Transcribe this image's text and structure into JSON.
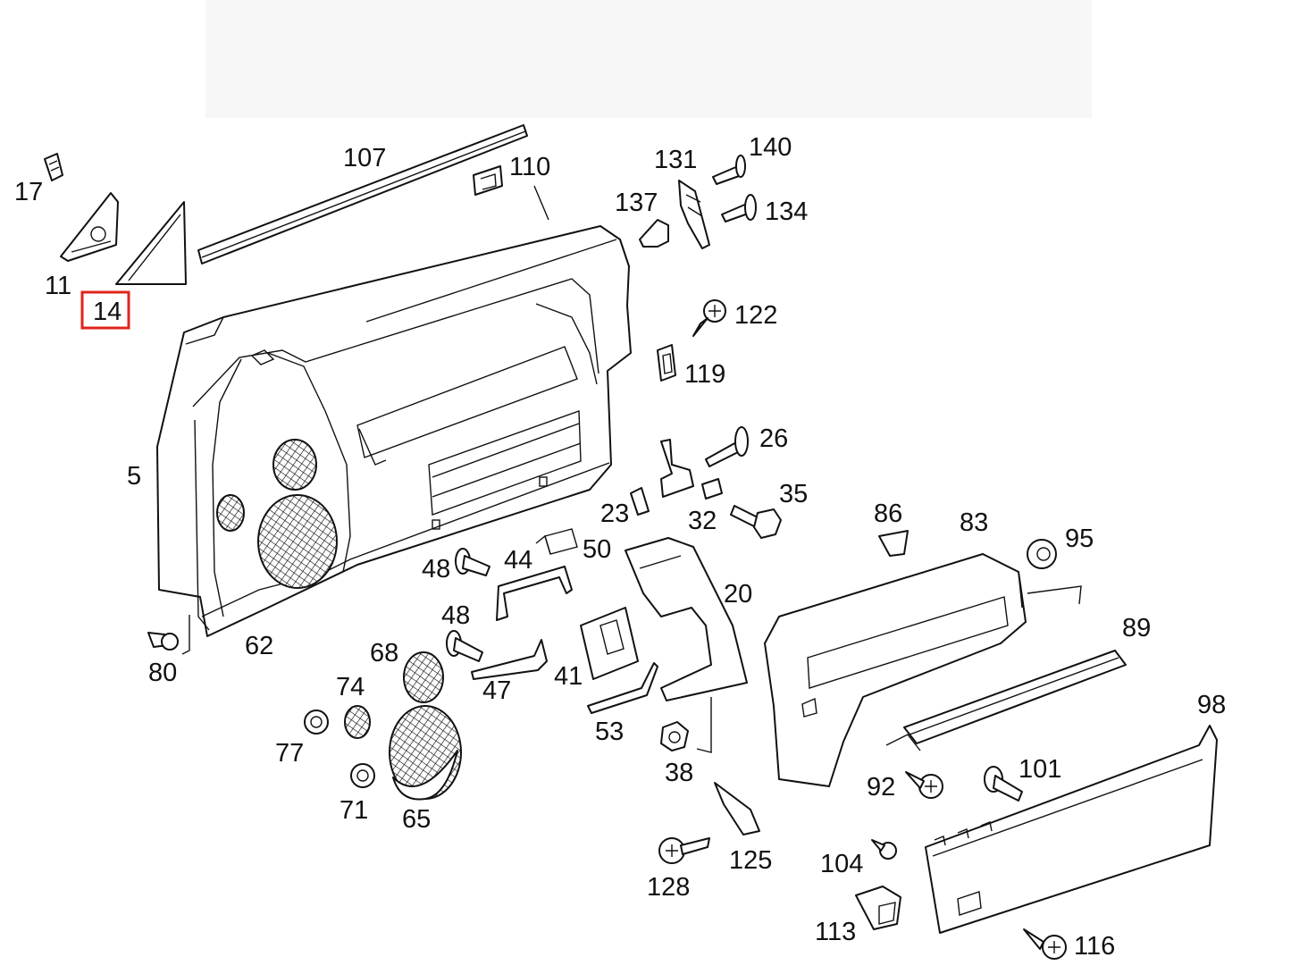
{
  "diagram": {
    "highlight_color": "#e0251b",
    "highlighted_label": "14",
    "part_labels": [
      "17",
      "11",
      "14",
      "107",
      "110",
      "131",
      "140",
      "137",
      "134",
      "122",
      "119",
      "5",
      "26",
      "23",
      "32",
      "35",
      "86",
      "83",
      "95",
      "48",
      "44",
      "50",
      "48",
      "20",
      "89",
      "80",
      "62",
      "68",
      "74",
      "47",
      "41",
      "98",
      "77",
      "53",
      "38",
      "101",
      "92",
      "71",
      "65",
      "125",
      "104",
      "128",
      "113",
      "116"
    ]
  }
}
